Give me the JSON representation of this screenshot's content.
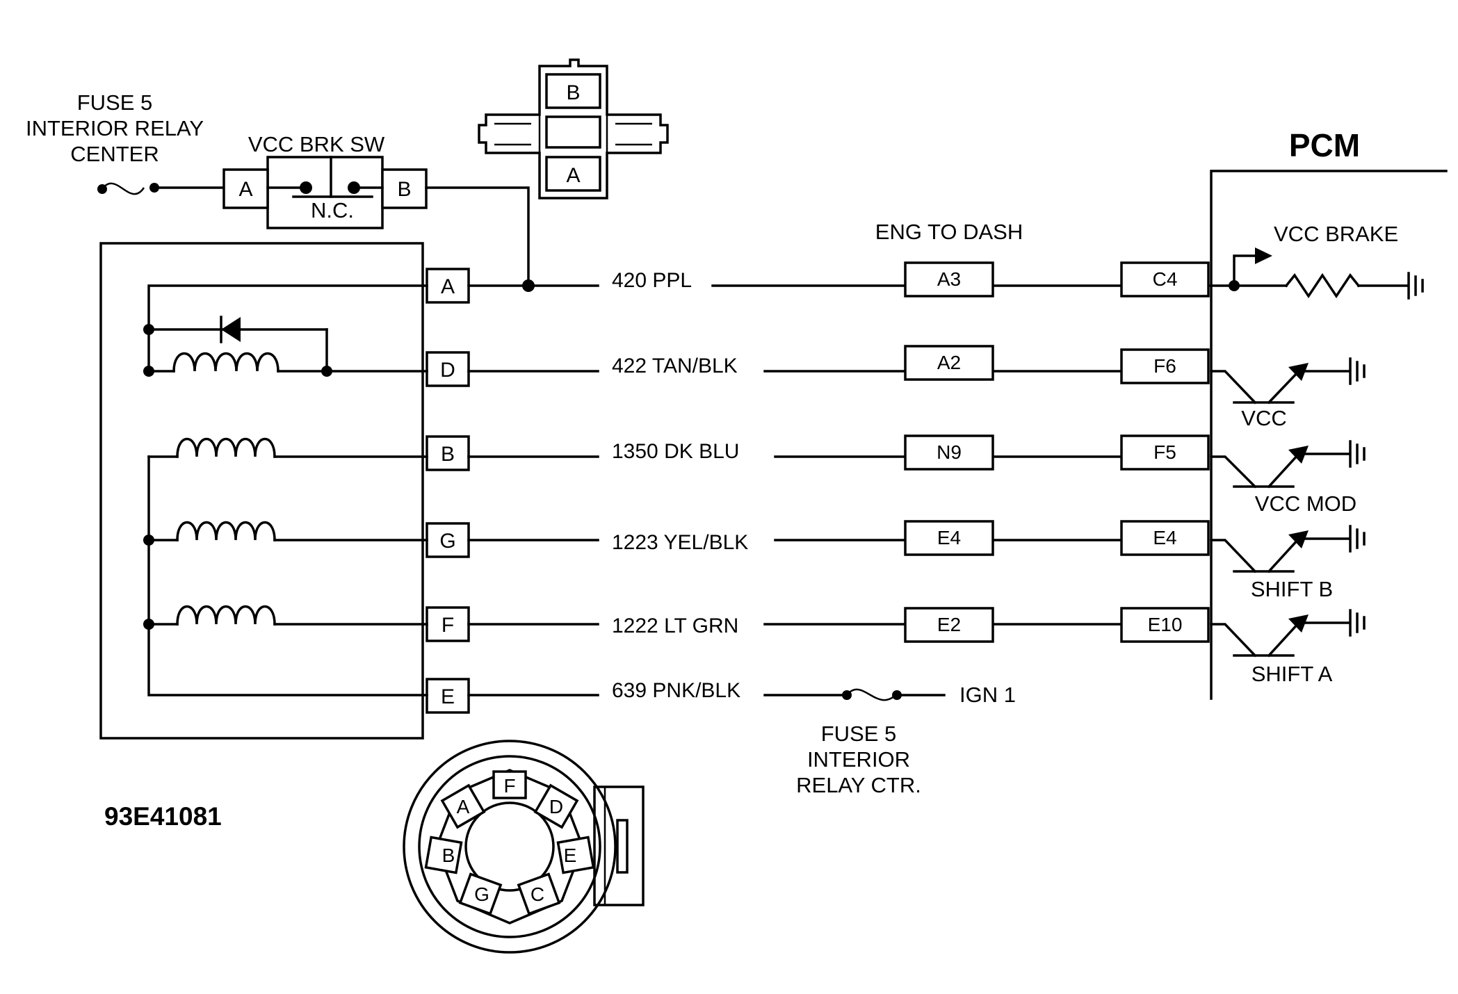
{
  "fuse_top": {
    "line1": "FUSE 5",
    "line2": "INTERIOR RELAY",
    "line3": "CENTER"
  },
  "brake_switch": {
    "label": "VCC BRK SW",
    "pin_a": "A",
    "pin_b": "B",
    "nc": "N.C."
  },
  "brake_connector": {
    "pin_b": "B",
    "pin_a": "A"
  },
  "pcm": {
    "label": "PCM"
  },
  "eng_to_dash": {
    "label": "ENG TO DASH"
  },
  "diagram_id": "93E41081",
  "ign": {
    "label": "IGN 1",
    "fuse_line1": "FUSE 5",
    "fuse_line2": "INTERIOR",
    "fuse_line3": "RELAY CTR."
  },
  "vcc_brake_label": "VCC BRAKE",
  "circuits": [
    {
      "pin": "A",
      "wire": "420 PPL",
      "dash": "A3",
      "pcm_pin": "C4"
    },
    {
      "pin": "D",
      "wire": "422 TAN/BLK",
      "dash": "A2",
      "pcm_pin": "F6",
      "driver": "VCC"
    },
    {
      "pin": "B",
      "wire": "1350 DK BLU",
      "dash": "N9",
      "pcm_pin": "F5",
      "driver": "VCC MOD"
    },
    {
      "pin": "G",
      "wire": "1223 YEL/BLK",
      "dash": "E4",
      "pcm_pin": "E4",
      "driver": "SHIFT B"
    },
    {
      "pin": "F",
      "wire": "1222 LT GRN",
      "dash": "E2",
      "pcm_pin": "E10",
      "driver": "SHIFT A"
    },
    {
      "pin": "E",
      "wire": "639 PNK/BLK"
    }
  ],
  "round_connector": {
    "pins": [
      "F",
      "A",
      "D",
      "B",
      "E",
      "G",
      "C"
    ]
  }
}
